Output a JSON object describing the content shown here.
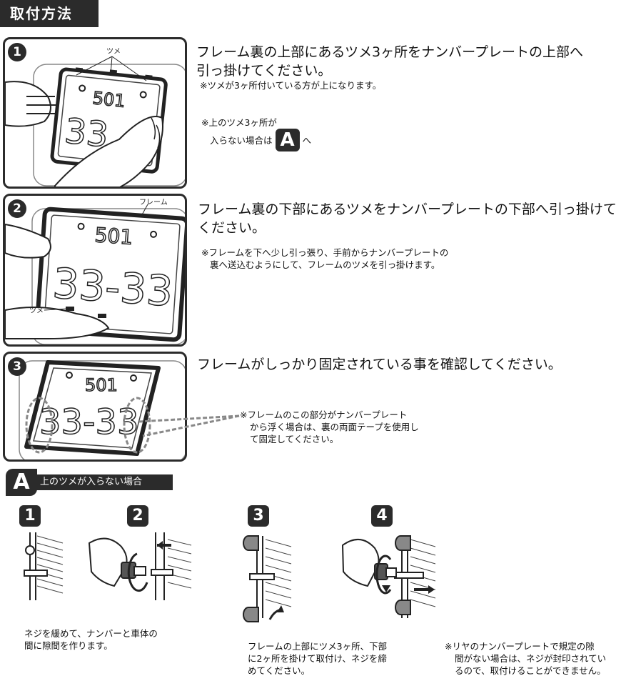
{
  "header": {
    "title": "取付方法"
  },
  "step1": {
    "num": "1",
    "main": [
      "フレーム裏の上部にあるツメ3ヶ所をナンバープレートの上部へ",
      "引っ掛けてください。"
    ],
    "note1": "※ツメが3ヶ所付いている方が上になります。",
    "note2a": "※上のツメ3ヶ所が",
    "note2b": "入らない場合は",
    "note2c": "へ",
    "badge": "A",
    "illustration_label": "ツメ",
    "plate_top": "501",
    "plate_bottom": "33"
  },
  "step2": {
    "num": "2",
    "main": [
      "フレーム裏の下部にあるツメをナンバープレートの下部へ引っ掛けて",
      "ください。"
    ],
    "note": [
      "※フレームを下へ少し引っ張り、手前からナンバープレートの",
      "裏へ送込むようにして、フレームのツメを引っ掛けます。"
    ],
    "label_frame": "フレーム",
    "label_tab": "ツメ",
    "plate_top": "501",
    "plate_bottom": "33-33"
  },
  "step3": {
    "num": "3",
    "main": "フレームがしっかり固定されている事を確認してください。",
    "note": [
      "※フレームのこの部分がナンバープレート",
      "から浮く場合は、裏の両面テープを使用し",
      "て固定してください。"
    ],
    "plate_top": "501",
    "plate_bottom": "33-33"
  },
  "sectionA": {
    "badge": "A",
    "title": "上のツメが入らない場合",
    "steps": [
      "1",
      "2",
      "3",
      "4"
    ],
    "caption1": [
      "ネジを緩めて、ナンバーと車体の",
      "間に隙間を作ります。"
    ],
    "caption2": [
      "フレームの上部にツメ3ヶ所、下部",
      "に2ヶ所を掛けて取付け、ネジを締",
      "めてください。"
    ],
    "caption3": [
      "※リヤのナンバープレートで規定の隙",
      "間がない場合は、ネジが封印されてい",
      "るので、取付けることができません。"
    ]
  }
}
